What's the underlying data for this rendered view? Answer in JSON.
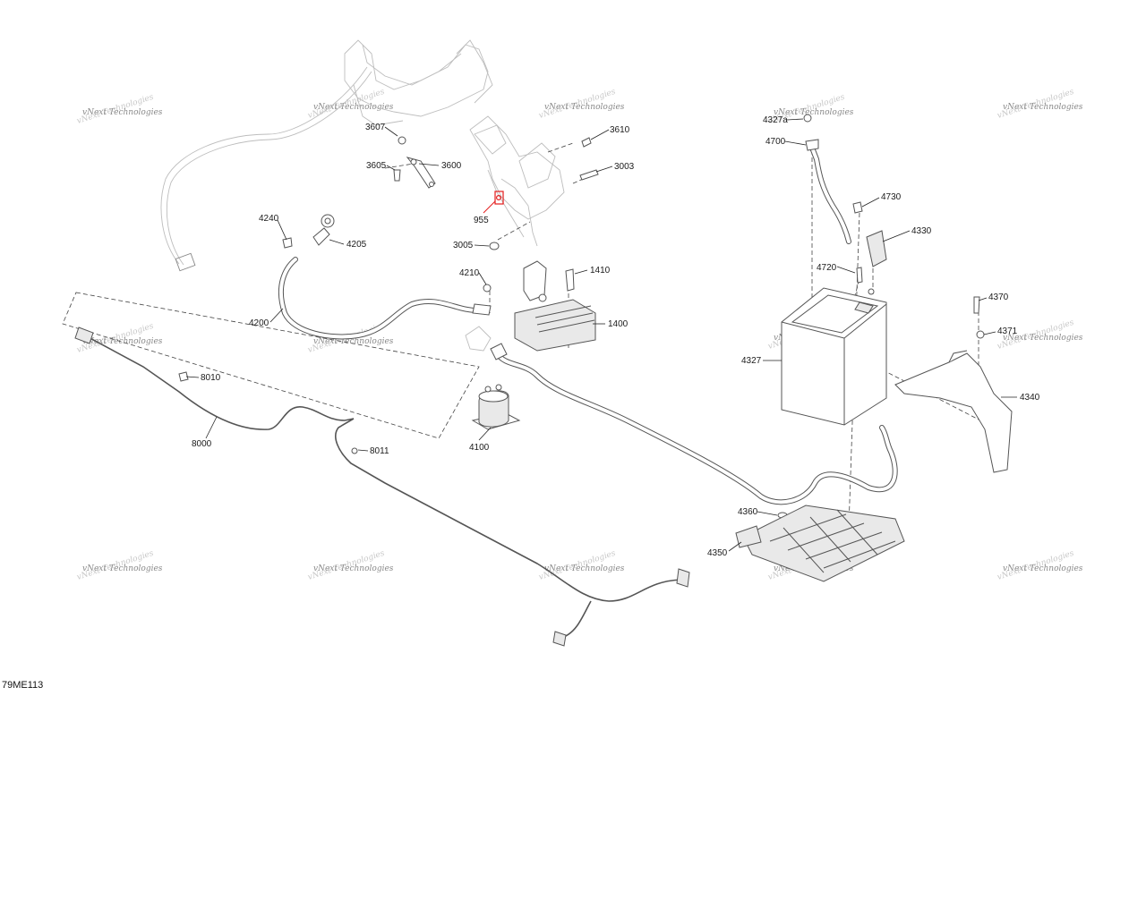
{
  "diagram_code": "79ME113",
  "watermark": "vNext Technologies",
  "highlight_color": "#e41c1c",
  "parts": [
    {
      "id": "p3607",
      "label": "3607"
    },
    {
      "id": "p3605",
      "label": "3605"
    },
    {
      "id": "p3600",
      "label": "3600"
    },
    {
      "id": "p3610",
      "label": "3610"
    },
    {
      "id": "p3003",
      "label": "3003"
    },
    {
      "id": "p955",
      "label": "955",
      "highlighted": true
    },
    {
      "id": "p3005",
      "label": "3005"
    },
    {
      "id": "p4240",
      "label": "4240"
    },
    {
      "id": "p4205",
      "label": "4205"
    },
    {
      "id": "p4210",
      "label": "4210"
    },
    {
      "id": "p1410",
      "label": "1410"
    },
    {
      "id": "p4200",
      "label": "4200"
    },
    {
      "id": "p1400",
      "label": "1400"
    },
    {
      "id": "p8010",
      "label": "8010"
    },
    {
      "id": "p8000",
      "label": "8000"
    },
    {
      "id": "p4100",
      "label": "4100"
    },
    {
      "id": "p8011",
      "label": "8011"
    },
    {
      "id": "p4327a",
      "label": "4327a"
    },
    {
      "id": "p4700",
      "label": "4700"
    },
    {
      "id": "p4730",
      "label": "4730"
    },
    {
      "id": "p4330",
      "label": "4330"
    },
    {
      "id": "p4720",
      "label": "4720"
    },
    {
      "id": "p4327",
      "label": "4327"
    },
    {
      "id": "p4370",
      "label": "4370"
    },
    {
      "id": "p4371",
      "label": "4371"
    },
    {
      "id": "p4340",
      "label": "4340"
    },
    {
      "id": "p4360",
      "label": "4360"
    },
    {
      "id": "p4350",
      "label": "4350"
    }
  ]
}
